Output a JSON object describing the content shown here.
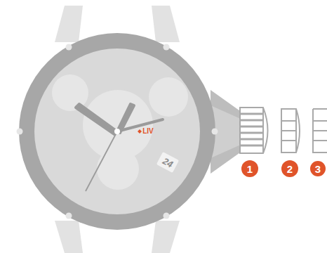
{
  "diagram": {
    "labels": [
      "LIV",
      "24",
      "1",
      "2",
      "3"
    ]
  }
}
